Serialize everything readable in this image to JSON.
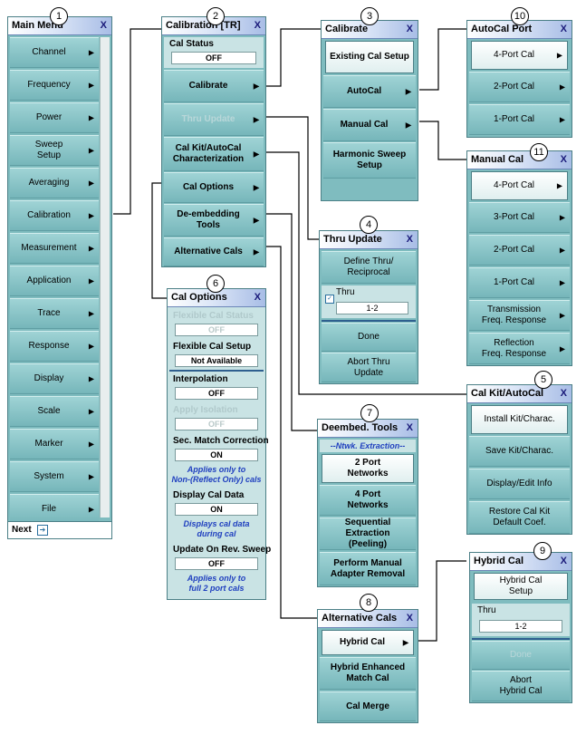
{
  "callouts": [
    "1",
    "2",
    "3",
    "4",
    "5",
    "6",
    "7",
    "8",
    "9",
    "10",
    "11"
  ],
  "main_menu": {
    "title": "Main Menu",
    "close": "X",
    "items": [
      "Channel",
      "Frequency",
      "Power",
      "Sweep\nSetup",
      "Averaging",
      "Calibration",
      "Measurement",
      "Application",
      "Trace",
      "Response",
      "Display",
      "Scale",
      "Marker",
      "System",
      "File"
    ],
    "next": "Next"
  },
  "calibration": {
    "title": "Calibration [TR]",
    "close": "X",
    "status_label": "Cal Status",
    "status_value": "OFF",
    "items": [
      "Calibrate",
      "Thru Update",
      "Cal Kit/AutoCal\nCharacterization",
      "Cal Options",
      "De-embedding\nTools",
      "Alternative Cals"
    ]
  },
  "calibrate": {
    "title": "Calibrate",
    "close": "X",
    "items": [
      "Existing Cal Setup",
      "AutoCal",
      "Manual Cal",
      "Harmonic Sweep\nSetup"
    ]
  },
  "autocal_port": {
    "title": "AutoCal Port",
    "close": "X",
    "items": [
      "4-Port Cal",
      "2-Port Cal",
      "1-Port Cal"
    ]
  },
  "manual_cal": {
    "title": "Manual Cal",
    "close": "X",
    "items": [
      "4-Port Cal",
      "3-Port Cal",
      "2-Port Cal",
      "1-Port Cal",
      "Transmission\nFreq. Response",
      "Reflection\nFreq. Response"
    ]
  },
  "thru_update": {
    "title": "Thru Update",
    "close": "X",
    "define": "Define Thru/\nReciprocal",
    "thru_label": "Thru",
    "thru_value": "1-2",
    "done": "Done",
    "abort": "Abort Thru\nUpdate"
  },
  "cal_kit": {
    "title": "Cal Kit/AutoCal",
    "close": "X",
    "items": [
      "Install Kit/Charac.",
      "Save Kit/Charac.",
      "Display/Edit Info",
      "Restore Cal Kit\nDefault Coef."
    ]
  },
  "cal_options": {
    "title": "Cal Options",
    "close": "X",
    "flex_status_label": "Flexible Cal Status",
    "flex_status_value": "OFF",
    "flex_setup_label": "Flexible Cal Setup",
    "flex_setup_value": "Not Available",
    "interp_label": "Interpolation",
    "interp_value": "OFF",
    "isolation_label": "Apply Isolation",
    "isolation_value": "OFF",
    "sec_label": "Sec. Match Correction",
    "sec_value": "ON",
    "sec_note": "Applies only to\nNon-(Reflect Only) cals",
    "display_label": "Display Cal Data",
    "display_value": "ON",
    "display_note": "Displays cal data\nduring cal",
    "update_label": "Update On Rev. Sweep",
    "update_value": "OFF",
    "update_note": "Applies only to\nfull 2 port cals"
  },
  "deembed": {
    "title": "Deembed. Tools",
    "close": "X",
    "header": "--Ntwk. Extraction--",
    "items": [
      "2 Port\nNetworks",
      "4 Port\nNetworks",
      "Sequential Extraction\n(Peeling)",
      "Perform Manual\nAdapter Removal"
    ]
  },
  "alt_cals": {
    "title": "Alternative Cals",
    "close": "X",
    "items": [
      "Hybrid Cal",
      "Hybrid Enhanced\nMatch Cal",
      "Cal Merge"
    ]
  },
  "hybrid_cal": {
    "title": "Hybrid Cal",
    "close": "X",
    "setup": "Hybrid Cal\nSetup",
    "thru_label": "Thru",
    "thru_value": "1-2",
    "done": "Done",
    "abort": "Abort\nHybrid Cal"
  }
}
